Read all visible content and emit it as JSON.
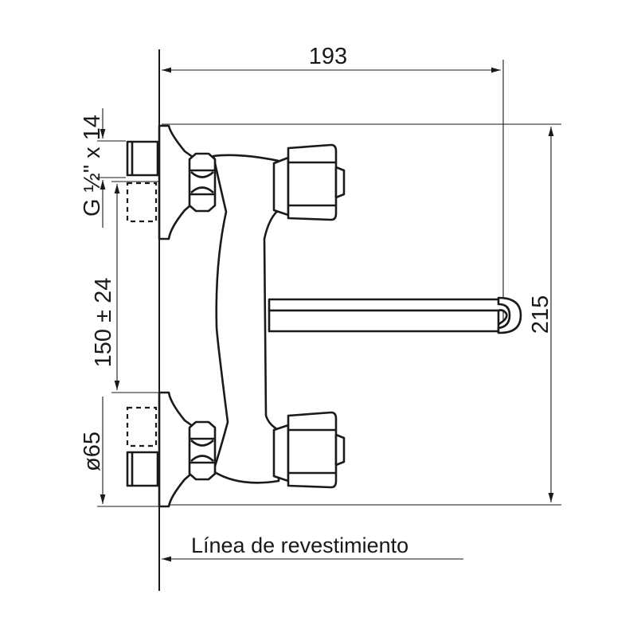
{
  "dimensions": {
    "width_label": "193",
    "height_label": "215",
    "thread_label": "G ½\" x 14",
    "center_distance_label": "150 ± 24",
    "escutcheon_label": "ø65"
  },
  "wall_line_label": "Línea de revestimiento"
}
